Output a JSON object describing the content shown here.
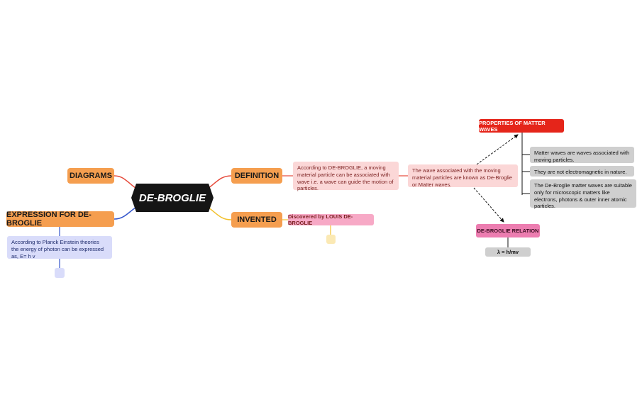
{
  "center": "DE-BROGLIE",
  "branches": {
    "definition": "DEFINITION",
    "invented": "INVENTED",
    "diagrams": "DIAGRAMS",
    "expression": "EXPRESSION FOR DE-BROGLIE"
  },
  "definition_text": "According to DE-BROGLIE, a moving material particle can be associated with wave i.e. a wave can guide the motion of particles.",
  "matter_wave_text": "The wave associated with the moving material particles are known as De-Broglie or Matter waves.",
  "properties": {
    "title": "PROPERTIES OF MATTER WAVES",
    "items": [
      "Matter waves are waves associated with moving particles.",
      "They are not electromagnetic in nature.",
      "The De-Broglie matter waves are suitable only for  microscopic matters like electrons, photons & outer inner atomic particles."
    ]
  },
  "relation": {
    "title": "DE-BROGLIE RELATION",
    "formula": "λ = h/mv"
  },
  "invented_text": "Discovered by LOUIS DE-BROGLIE",
  "expression_text": "According to Planck Einstein theories the energy of photon can be expressed as, E= h v",
  "colors": {
    "center": "#151515",
    "branch": "#f59e4f",
    "definition_link": "#e64a3b",
    "invented_link": "#f2c12e",
    "expression_link": "#3355cc",
    "properties_title": "#e5251a",
    "relation_title": "#ec7db0"
  }
}
